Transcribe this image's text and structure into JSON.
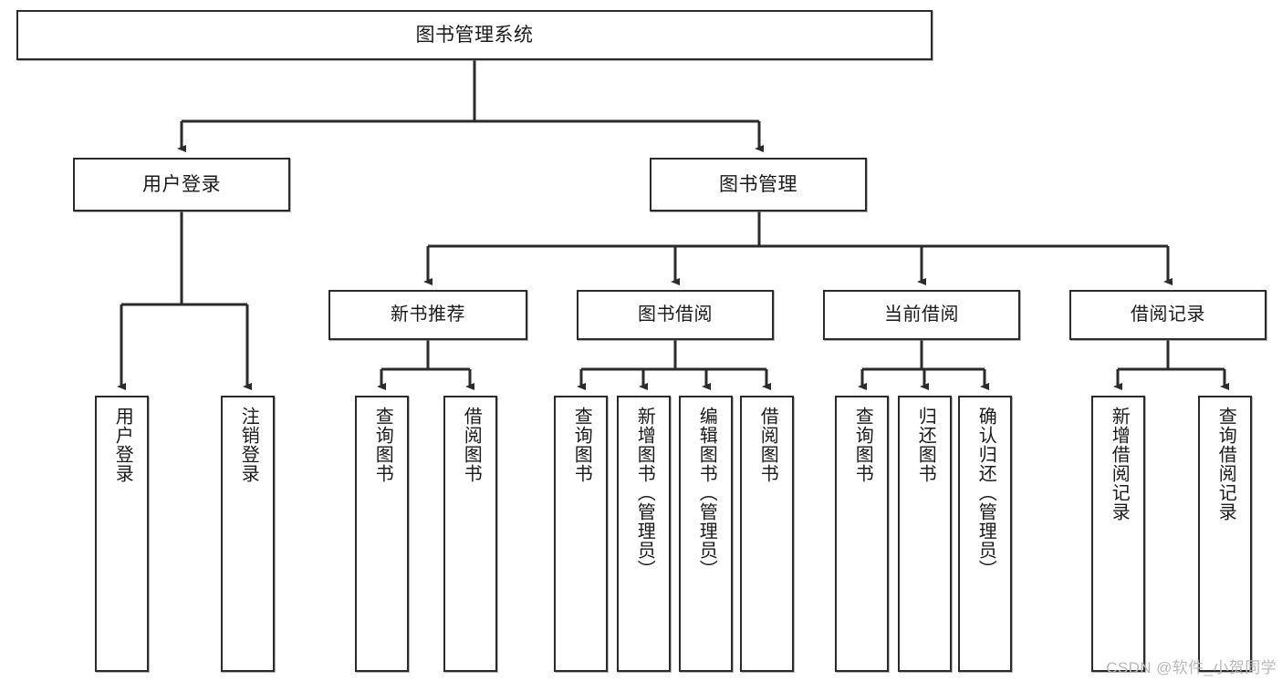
{
  "diagram": {
    "title": "图书管理系统",
    "watermark": "CSDN @软件_小贺同学",
    "stroke_color": "#2b2b2b",
    "background_color": "#ffffff",
    "root": {
      "label": "图书管理系统"
    },
    "level1": [
      {
        "label": "用户登录"
      },
      {
        "label": "图书管理"
      }
    ],
    "level2": [
      {
        "label": "新书推荐"
      },
      {
        "label": "图书借阅"
      },
      {
        "label": "当前借阅"
      },
      {
        "label": "借阅记录"
      }
    ],
    "leaves": {
      "user_login": [
        {
          "label": "用户登录"
        },
        {
          "label": "注销登录"
        }
      ],
      "new_book_recommend": [
        {
          "label": "查询图书"
        },
        {
          "label": "借阅图书"
        }
      ],
      "book_borrow": [
        {
          "label": "查询图书"
        },
        {
          "label": "新增图书（管理员）"
        },
        {
          "label": "编辑图书（管理员）"
        },
        {
          "label": "借阅图书"
        }
      ],
      "current_borrow": [
        {
          "label": "查询图书"
        },
        {
          "label": "归还图书"
        },
        {
          "label": "确认归还（管理员）"
        }
      ],
      "borrow_record": [
        {
          "label": "新增借阅记录"
        },
        {
          "label": "查询借阅记录"
        }
      ]
    }
  }
}
